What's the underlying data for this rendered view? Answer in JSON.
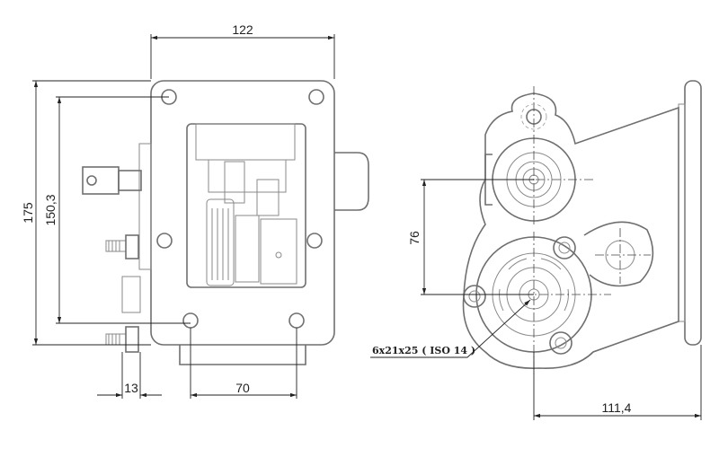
{
  "dimensions": {
    "width_top": "122",
    "height_total": "175",
    "height_holes": "150,3",
    "offset_left": "13",
    "holes_spacing": "70",
    "shaft_distance": "76",
    "depth": "111,4"
  },
  "callouts": {
    "shaft_spec": "6x21x25 ( ISO 14 )"
  }
}
